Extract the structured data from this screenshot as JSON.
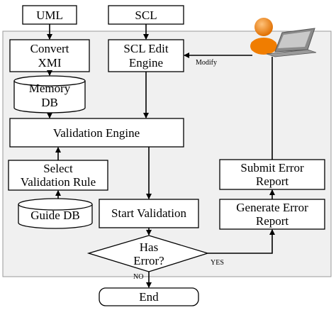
{
  "diagram": {
    "nodes": {
      "uml": "UML",
      "scl": "SCL",
      "convert_xmi": [
        "Convert",
        "XMI"
      ],
      "scl_edit_engine": [
        "SCL Edit",
        "Engine"
      ],
      "memory_db": [
        "Memory",
        "DB"
      ],
      "validation_engine": "Validation Engine",
      "select_validation_rule": [
        "Select",
        "Validation Rule"
      ],
      "guide_db": "Guide DB",
      "start_validation": "Start Validation",
      "has_error": [
        "Has",
        "Error?"
      ],
      "generate_error_report": [
        "Generate Error",
        "Report"
      ],
      "submit_error_report": [
        "Submit Error",
        "Report"
      ],
      "end": "End"
    },
    "edge_labels": {
      "modify": "Modify",
      "yes": "YES",
      "no": "NO"
    },
    "colors": {
      "panel": "#f0f0f0",
      "person": "#f07d00",
      "laptop": "#8a8a8a"
    }
  }
}
